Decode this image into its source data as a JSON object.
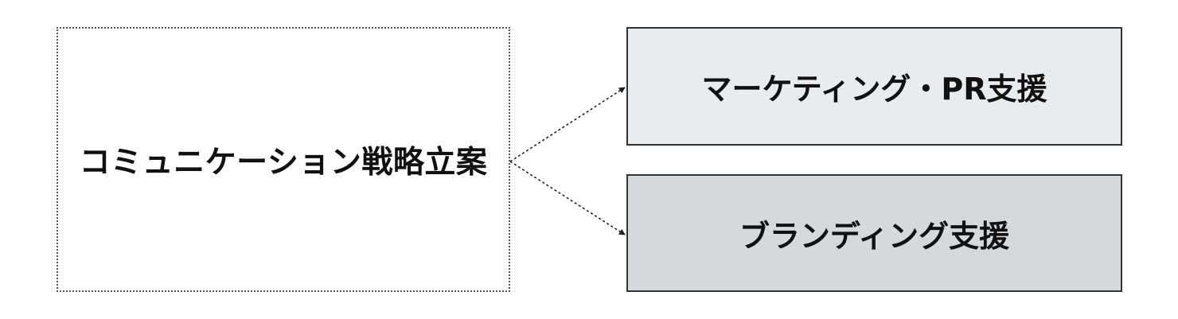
{
  "diagram": {
    "source": {
      "label": "コミュニケーション戦略立案"
    },
    "targets": [
      {
        "label": "マーケティング・PR支援",
        "fill": "#e9ecef"
      },
      {
        "label": "ブランディング支援",
        "fill": "#d3d9dd"
      }
    ],
    "edges": [
      {
        "from": "コミュニケーション戦略立案",
        "to": "マーケティング・PR支援",
        "style": "dotted-arrow"
      },
      {
        "from": "コミュニケーション戦略立案",
        "to": "ブランディング支援",
        "style": "dotted-arrow"
      }
    ],
    "colors": {
      "source_border": "#555555",
      "target_border": "#333333",
      "connector": "#222222",
      "text": "#111111"
    }
  }
}
